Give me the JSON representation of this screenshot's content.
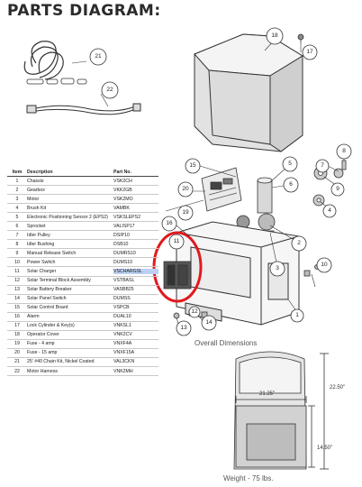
{
  "heading": "PARTS DIAGRAM:",
  "table": {
    "headers": [
      "Item",
      "Description",
      "Part No."
    ],
    "rows": [
      [
        "1",
        "Chassis",
        "VSK2CH"
      ],
      [
        "2",
        "Gearbox",
        "VKK2GB"
      ],
      [
        "3",
        "Motor",
        "VSK2MO"
      ],
      [
        "4",
        "Brush Kit",
        "VAMBK"
      ],
      [
        "5",
        "Electronic Positioning Sensor 2 (EPS2)",
        "VSKSLEPS2"
      ],
      [
        "6",
        "Sprocket",
        "VALISP17"
      ],
      [
        "7",
        "Idler Pulley",
        "DSIP10"
      ],
      [
        "8",
        "Idler Bushing",
        "DSB10"
      ],
      [
        "9",
        "Manual Release Switch",
        "DUMRS10"
      ],
      [
        "10",
        "Power Switch",
        "DUMS10"
      ],
      [
        "11",
        "Solar Charger",
        "VSCHARGSL"
      ],
      [
        "12",
        "Solar Terminal Block Assembly",
        "VSTBASL"
      ],
      [
        "13",
        "Solar Battery Breaker",
        "VASBB25"
      ],
      [
        "14",
        "Solar Panel Switch",
        "DUMSS"
      ],
      [
        "15",
        "Solar Control Board",
        "VSPCB"
      ],
      [
        "16",
        "Alarm",
        "DUAL10"
      ],
      [
        "17",
        "Lock Cylinder & Key(s)",
        "VNKSL1"
      ],
      [
        "18",
        "Operator Cover",
        "VNK2CV"
      ],
      [
        "19",
        "Fuse - 4 amp",
        "VNXF4A"
      ],
      [
        "20",
        "Fuse - 15 amp",
        "VNXF15A"
      ],
      [
        "21",
        "25' #40 Chain Kit, Nickel Coated",
        "VAL3CKN"
      ],
      [
        "22",
        "Motor Harness",
        "VNK2MH"
      ]
    ],
    "highlighted_item": "11"
  },
  "callouts": [
    "1",
    "2",
    "3",
    "4",
    "5",
    "6",
    "7",
    "8",
    "9",
    "10",
    "11",
    "12",
    "13",
    "14",
    "15",
    "16",
    "17",
    "18",
    "19",
    "20",
    "21",
    "22"
  ],
  "overall_dimensions": {
    "title": "Overall Dimensions",
    "height": "22.50\"",
    "width": "21.25\"",
    "base_height": "14.50\"",
    "weight": "Weight - 75 lbs."
  }
}
